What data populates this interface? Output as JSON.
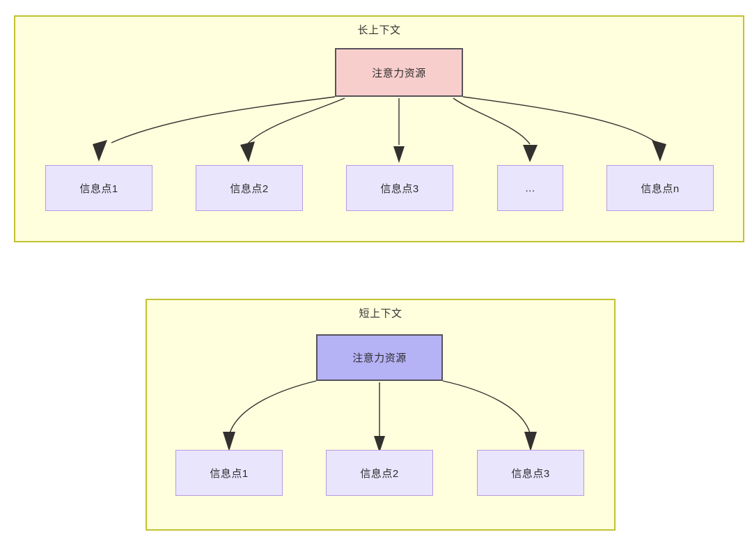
{
  "diagram": {
    "title_long": "长上下文",
    "title_short": "短上下文",
    "colors": {
      "panel_fill": "#ffffdd",
      "panel_border": "#c2c231",
      "attention_long_fill": "#f8cecc",
      "attention_short_fill": "#b5b2f5",
      "node_border_dark": "#56535a",
      "info_fill": "#e9e5fd",
      "info_border": "#b79ae0",
      "edge_stroke": "#33312f"
    }
  },
  "long_context": {
    "title": "长上下文",
    "root": {
      "label": "注意力资源"
    },
    "children": [
      {
        "label": "信息点1"
      },
      {
        "label": "信息点2"
      },
      {
        "label": "信息点3"
      },
      {
        "label": "..."
      },
      {
        "label": "信息点n"
      }
    ]
  },
  "short_context": {
    "title": "短上下文",
    "root": {
      "label": "注意力资源"
    },
    "children": [
      {
        "label": "信息点1"
      },
      {
        "label": "信息点2"
      },
      {
        "label": "信息点3"
      }
    ]
  }
}
